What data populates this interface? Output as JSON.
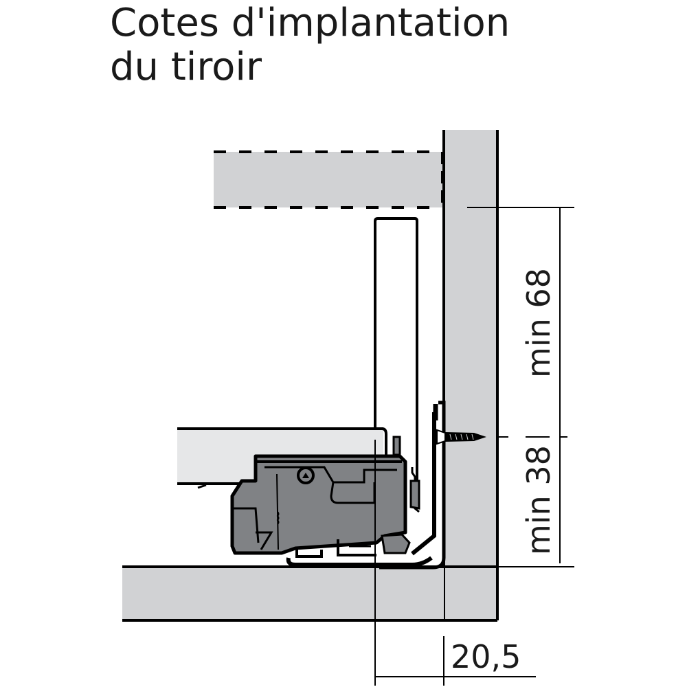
{
  "title": {
    "line1": "Cotes d'implantation",
    "line2": "du tiroir"
  },
  "dimensions": {
    "upper_vertical": "min 68",
    "lower_vertical": "min 38",
    "horizontal": "20,5"
  },
  "colors": {
    "panel_gray": "#d1d2d4",
    "drawer_side_light": "#e6e7e8",
    "runner_dark_gray": "#808285",
    "outline": "#000000",
    "text": "#1a1a1a"
  },
  "parts": {
    "upper_shelf": "dashed-outline-panel",
    "side_wall": "cabinet-side-panel",
    "bottom_panel": "cabinet-bottom-panel",
    "drawer_side": "drawer-side-profile",
    "drawer_bottom": "drawer-bottom-panel",
    "runner": "runner-mechanism",
    "screw": "mounting-screw"
  }
}
